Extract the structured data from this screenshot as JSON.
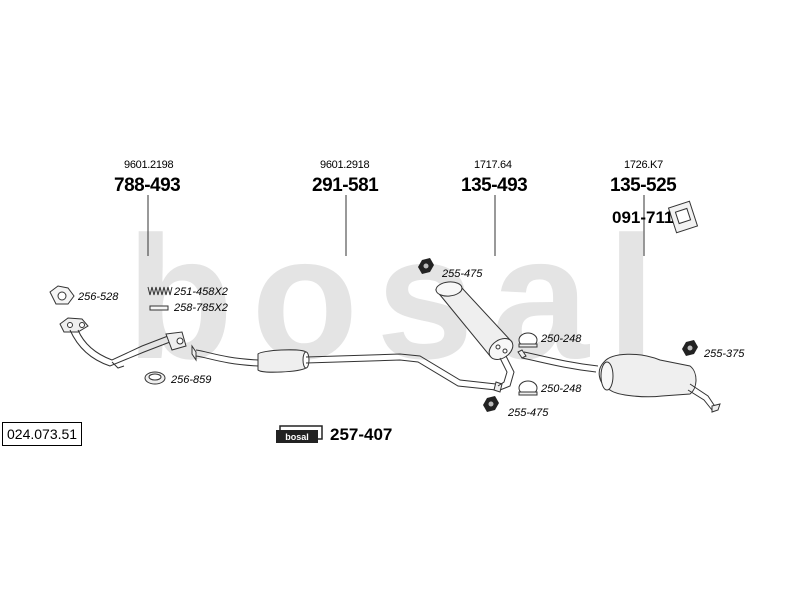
{
  "diagram": {
    "watermark": "bosal",
    "catalog_code": "024.073.51",
    "colors": {
      "watermark": "#e4e4e4",
      "line": "#333333",
      "part_fill": "#efefef",
      "nut": "#222222"
    },
    "assemblies": [
      {
        "oem_ref": "9601.2198",
        "part_number": "788-493"
      },
      {
        "oem_ref": "9601.2918",
        "part_number": "291-581"
      },
      {
        "oem_ref": "1717.64",
        "part_number": "135-493"
      },
      {
        "oem_ref": "1726.K7",
        "part_number": "135-525",
        "extra_part_number": "091-711"
      }
    ],
    "fittings": {
      "gasket_top_left": "256-528",
      "spring_set": "251-458X2",
      "bolt_set": "258-785X2",
      "ring_gasket": "256-859",
      "nut_top": "255-475",
      "clamp_upper": "250-248",
      "clamp_lower": "250-248",
      "nut_bottom": "255-475",
      "nut_right": "255-375"
    },
    "kit": {
      "badge": "bosal",
      "part_number": "257-407"
    }
  }
}
